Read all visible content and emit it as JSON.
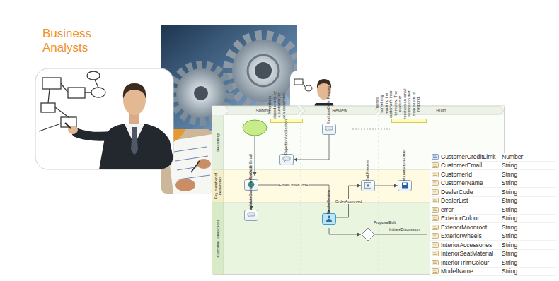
{
  "diagram": {
    "title": "Business Analysts",
    "nodes": [
      {
        "text": [
          "Submit"
        ]
      },
      {
        "text": [
          "Review"
        ]
      },
      {
        "text": [
          "Build"
        ]
      },
      {
        "text": [
          "Dealership"
        ]
      },
      {
        "text": [
          "An order is placed online by a customer, or at a dealership."
        ],
        "in": 3
      },
      {
        "text": [
          "EvaluateOrderRequest"
        ],
        "in": 3
      },
      {
        "text": [
          "RejectionNotification"
        ],
        "in": 3
      },
      {
        "text": [
          "There's something requiring the customer's input for review. The customer receives an email notification that then needs to respond."
        ],
        "in": 3
      },
      {
        "text": [
          "Key member of dealership"
        ]
      },
      {
        "text": [
          "GetOrderEmail"
        ],
        "in": 8
      },
      {
        "text": [
          "SubProcess"
        ],
        "in": 8
      },
      {
        "text": [
          "ManufactureOrder"
        ],
        "in": 8
      },
      {
        "text": [
          "Customer Interactions"
        ]
      },
      {
        "text": [
          "ValidateCustomerAccount"
        ],
        "in": 12
      },
      {
        "text": [
          "DealerReview"
        ],
        "in": 12
      }
    ],
    "edges": [
      {
        "from": 9,
        "to": 13,
        "arrow": "to"
      },
      {
        "from": 9,
        "to": 14,
        "label": "EmailOrderCode",
        "arrow": "to"
      },
      {
        "from": 14,
        "to": 10,
        "label": "OrderApproved",
        "arrow": "to"
      },
      {
        "from": 10,
        "to": 11,
        "arrow": "to"
      },
      {
        "from": 5,
        "to": 6,
        "arrow": "to"
      }
    ],
    "labels": [
      "ProposalEdit",
      "InitiateDiscussion",
      "CustomerCreditLimit",
      "Number",
      "CustomerEmail",
      "String",
      "CustomerId",
      "String",
      "CustomerName",
      "String",
      "DealerCode",
      "String",
      "DealerList",
      "String",
      "error",
      "String",
      "ExteriorColour",
      "String",
      "ExteriorMoonroof",
      "String",
      "ExteriorWheels",
      "String",
      "InteriorAccessories",
      "String",
      "InteriorSeatMaterial",
      "String",
      "InteriorTrimColour",
      "String",
      "ModelName",
      "String"
    ]
  }
}
